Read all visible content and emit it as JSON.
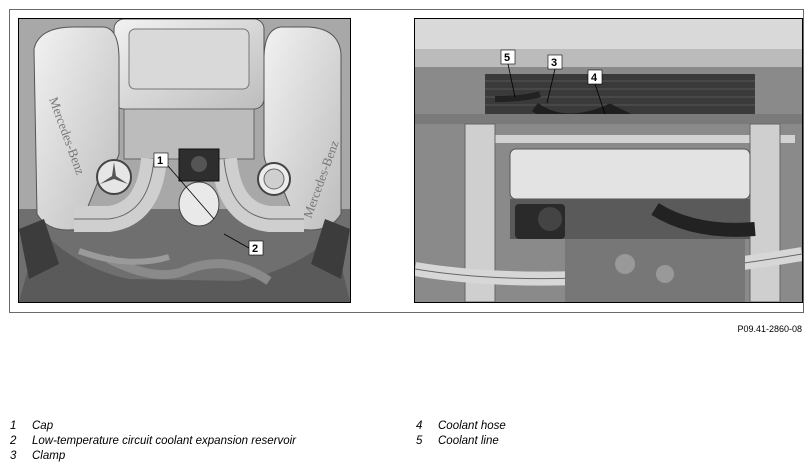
{
  "figure_id": "P09.41-2860-08",
  "callouts_left": [
    "1",
    "2"
  ],
  "callouts_right": [
    "5",
    "3",
    "4"
  ],
  "brand_text": "Mercedes-Benz",
  "legend_left": [
    {
      "num": "1",
      "label": "Cap"
    },
    {
      "num": "2",
      "label": "Low-temperature circuit coolant expansion reservoir"
    },
    {
      "num": "3",
      "label": "Clamp"
    }
  ],
  "legend_right": [
    {
      "num": "4",
      "label": "Coolant hose"
    },
    {
      "num": "5",
      "label": "Coolant line"
    }
  ]
}
